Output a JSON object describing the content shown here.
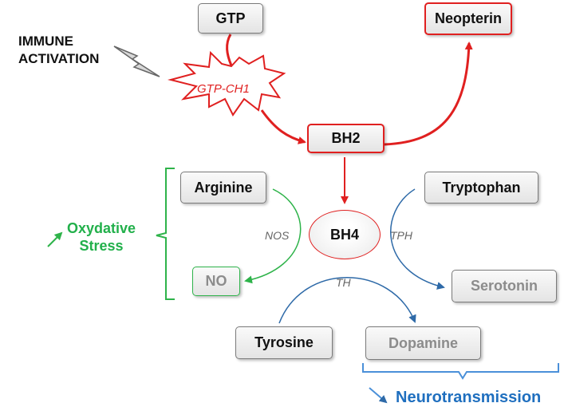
{
  "nodes": {
    "gtp": "GTP",
    "neopterin": "Neopterin",
    "bh2": "BH2",
    "bh4": "BH4",
    "arginine": "Arginine",
    "no": "NO",
    "tryptophan": "Tryptophan",
    "serotonin": "Serotonin",
    "tyrosine": "Tyrosine",
    "dopamine": "Dopamine"
  },
  "enzymes": {
    "gtp_ch1": "GTP-CH1",
    "nos": "NOS",
    "tph": "TPH",
    "th": "TH"
  },
  "labels": {
    "immune_line1": "IMMUNE",
    "immune_line2": "ACTIVATION",
    "oxidative_line1": "Oxydative",
    "oxidative_line2": "Stress",
    "neurotransmission": "Neurotransmission"
  },
  "colors": {
    "red_pathway": "#e02020",
    "green_pathway": "#2eb34a",
    "blue_pathway": "#2e6aa8",
    "neurotransmission_text": "#1f6fbf"
  },
  "icons": {
    "lightning": "lightning-bolt-icon",
    "up_arrow_green": "up-arrow-icon",
    "down_arrow_blue": "down-arrow-icon"
  }
}
